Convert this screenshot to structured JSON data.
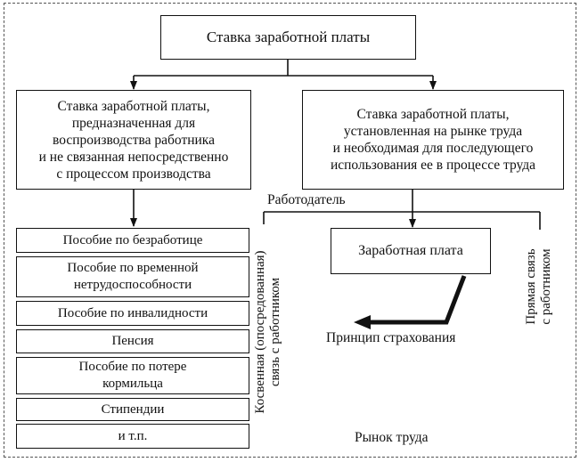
{
  "top": {
    "title": "Ставка заработной платы"
  },
  "left_box": {
    "text": "Ставка заработной платы,\nпредназначенная для\nвоспроизводства работника\nи не связанная непосредственно\nс процессом производства"
  },
  "right_box": {
    "text": "Ставка заработной платы,\nустановленная на рынке труда\nи необходимая для последующего\nиспользования ее в процессе труда"
  },
  "employer_label": "Работодатель",
  "wage_box": {
    "text": "Заработная плата"
  },
  "insurance_label": "Принцип страхования",
  "market_label": "Рынок труда",
  "indirect_label": "Косвенная  (опосредованная)\nсвязь с работником",
  "direct_label": "Прямая связь\nс работником",
  "benefits": [
    "Пособие по безработице",
    "Пособие по временной\nнетрудоспособности",
    "Пособие по инвалидности",
    "Пенсия",
    "Пособие по потере\nкормильца",
    "Стипендии",
    "и т.п."
  ]
}
